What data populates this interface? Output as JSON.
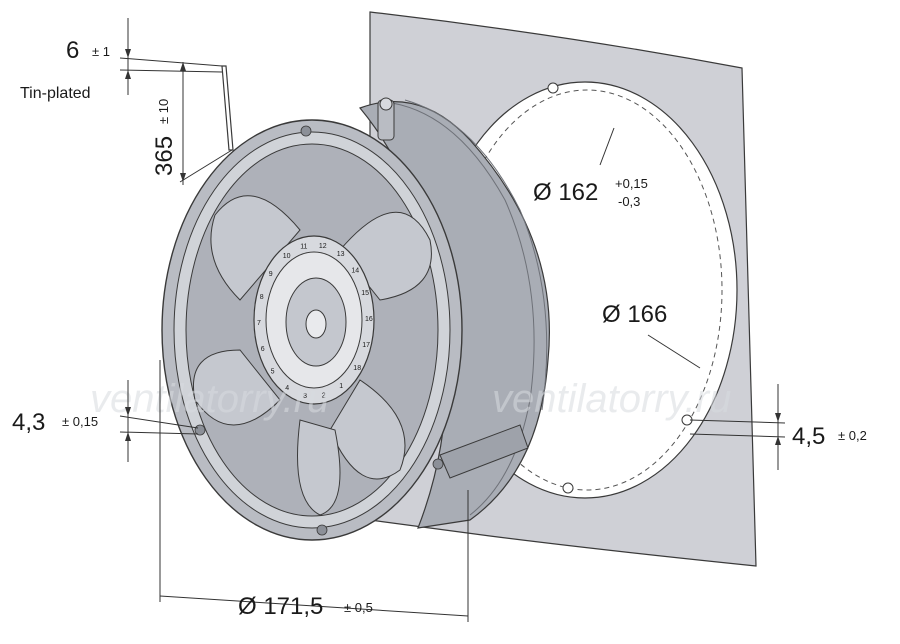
{
  "watermarks": [
    "ventilatorry.ru",
    "ventilatorry.ru"
  ],
  "dimensions": {
    "lead_offset": {
      "value": "6",
      "tolerance": "± 1",
      "note": "Tin-plated"
    },
    "lead_length": {
      "value": "365",
      "tolerance": "± 10"
    },
    "bolt_circle": {
      "value": "Ø 162",
      "tol_upper": "+0,15",
      "tol_lower": "-0,3"
    },
    "cutout": {
      "value": "Ø 166"
    },
    "hole_left": {
      "value": "4,3",
      "tolerance": "± 0,15"
    },
    "hole_right": {
      "value": "4,5",
      "tolerance": "± 0,2"
    },
    "fan_diameter": {
      "value": "Ø 171,5",
      "tolerance": "± 0,5"
    }
  },
  "scale_numbers": [
    "9",
    "10",
    "11",
    "12",
    "13",
    "14",
    "15",
    "16",
    "17",
    "18",
    "1",
    "2",
    "3",
    "4",
    "5",
    "6",
    "7",
    "8"
  ],
  "colors": {
    "panel": "#cfd0d6",
    "fan": "#b9bcc3",
    "blade": "#c5c8cf",
    "outline": "#3a3a3a"
  }
}
